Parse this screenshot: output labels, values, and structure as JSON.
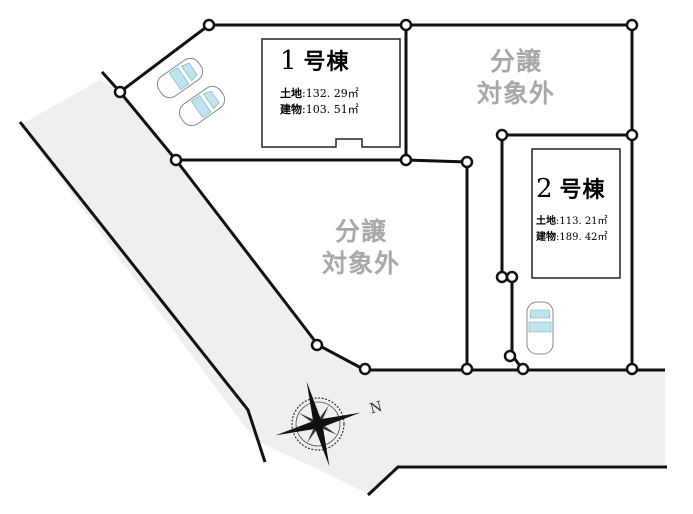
{
  "colors": {
    "road": "#efefef",
    "line": "#111111",
    "excluded_text": "#a8a8a8",
    "car_glass": "#bfe4f0"
  },
  "lots": [
    {
      "id": "1",
      "number": "1",
      "suffix": "号棟",
      "land_label": "土地",
      "land_area": ":132. 29㎡",
      "building_label": "建物",
      "building_area": ":103. 51㎡",
      "parking_spaces": 2
    },
    {
      "id": "2",
      "number": "2",
      "suffix": "号棟",
      "land_label": "土地",
      "land_area": ":113. 21㎡",
      "building_label": "建物",
      "building_area": ":189. 42㎡",
      "parking_spaces": 1
    }
  ],
  "excluded_areas": [
    {
      "line1": "分譲",
      "line2": "対象外"
    },
    {
      "line1": "分譲",
      "line2": "対象外"
    }
  ],
  "compass": {
    "icon": "compass-rose-icon",
    "north_label": "N"
  }
}
